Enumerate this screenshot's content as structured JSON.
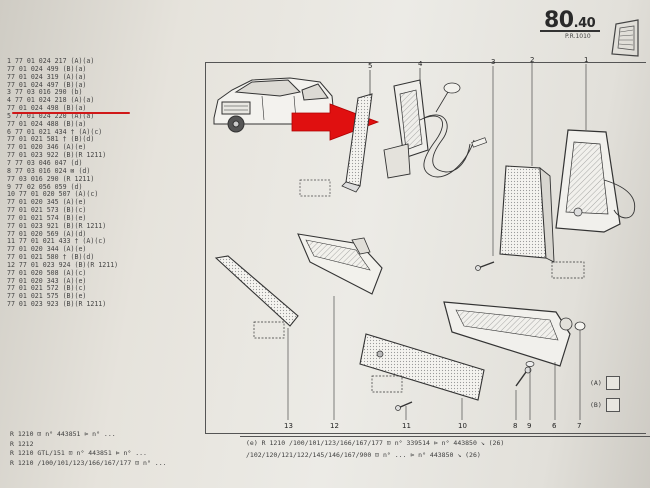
{
  "header": {
    "page_main": "80",
    "page_sub": ".40",
    "reference": "P.R.1010"
  },
  "parts_list": [
    "1  77 01 024 217 (A)(a)",
    "   77 01 024 499 (B)(a)",
    "   77 01 024 319 (A)(a)",
    "   77 01 024 497 (B)(a)",
    "3  77 03 016 290 (b)",
    "4  77 01 024 218 (A)(a)",
    "   77 01 024 498 (B)(a)",
    "5  77 01 024 220 (A)(a)",
    "   77 01 024 488 (B)(a)",
    "6  77 01 021 434 † (A)(c)",
    "   77 01 021 581 † (B)(d)",
    "   77 01 020 346 (A)(e)",
    "   77 01 023 922 (B)(R 1211)",
    "7  77 03 046 047 (d)",
    "8  77 03 016 024 ⊠ (d)",
    "   77 03 016 290 (R 1211)",
    "9  77 02 056 059 (d)",
    "10 77 01 020 507 (A)(c)",
    "   77 01 020 345 (A)(e)",
    "   77 01 021 573 (B)(c)",
    "   77 01 021 574 (B)(e)",
    "   77 01 023 921 (B)(R 1211)",
    "   77 01 020 569 (A)(d)",
    "11 77 01 021 433 † (A)(c)",
    "   77 01 020 344 (A)(e)",
    "   77 01 021 580 † (B)(d)",
    "12 77 01 023 924 (B)(R 1211)",
    "   77 01 020 508 (A)(c)",
    "   77 01 020 343 (A)(e)",
    "   77 01 021 572 (B)(c)",
    "   77 01 021 575 (B)(e)",
    "   77 01 023 923 (B)(R 1211)"
  ],
  "diagram": {
    "callouts": [
      "1",
      "2",
      "3",
      "4",
      "5",
      "6",
      "7",
      "8",
      "9",
      "10",
      "11",
      "12",
      "13"
    ],
    "arrow_color": "#e01010",
    "legend": [
      {
        "key": "(A)"
      },
      {
        "key": "(B)"
      }
    ]
  },
  "footer": {
    "left_lines": [
      "R 1210  ⊡ n° 443851 ⊳ n° ...",
      "R 1212",
      "R 1210 GTL/151 ⊡ n° 443851 ⊳ n° ...",
      "R 1210 /100/101/123/166/167/177 ⊡ n° ..."
    ],
    "right_lines": [
      "(e)  R 1210 /100/101/123/166/167/177 ⊡ n° 339514 ⊳ n° 443850 ↘ (26)",
      "     /102/120/121/122/145/146/167/900 ⊡ n° ... ⊳ n° 443850 ↘ (26)"
    ]
  }
}
